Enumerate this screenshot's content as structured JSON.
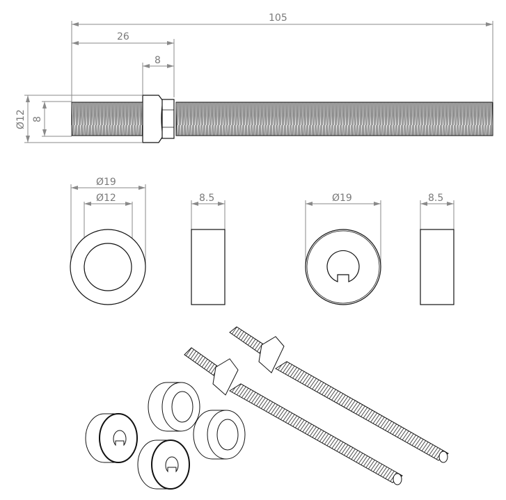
{
  "drawing": {
    "type": "technical-drawing",
    "units": "mm",
    "stud": {
      "overall_length": "105",
      "nut_position": "26",
      "nut_width": "8",
      "thread_diameter": "Ø12",
      "thread_inner": "8"
    },
    "spacer_plain": {
      "outer_diameter": "Ø19",
      "inner_diameter": "Ø12",
      "thickness": "8.5"
    },
    "spacer_keyed": {
      "outer_diameter": "Ø19",
      "thickness": "8.5"
    },
    "isometric_view": {
      "description": "Exploded isometric: 2 threaded studs with hex collars, 2 plain spacers, 2 keyed spacers"
    }
  },
  "colors": {
    "dimension": "#8a8a8a",
    "outline": "#111111",
    "background": "#ffffff"
  }
}
